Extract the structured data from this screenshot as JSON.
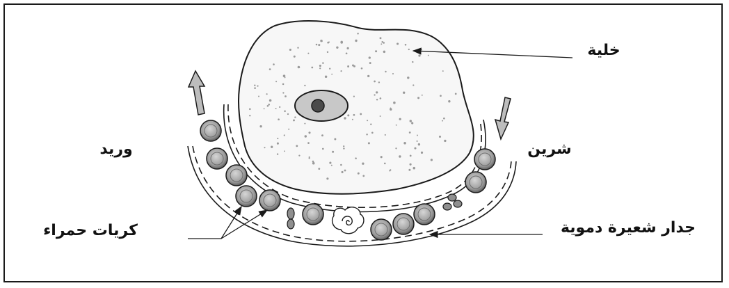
{
  "labels": {
    "cell": "خلية",
    "artery": "شرين",
    "vein": "وريد",
    "capillary_wall": "جدار شعيرة دموية",
    "red_blood_cells": "كريات حمراء"
  },
  "colors": {
    "ink": "#1a1a1a",
    "cell_fill": "#f7f7f7",
    "stipple": "#9a9a9a",
    "nucleus": "#c8c8c8",
    "nucleolus": "#4a4a4a",
    "rbc_outer": "#6e6e6e",
    "rbc_inner": "#b9b9b9",
    "arrow_fill": "#bdbdbd"
  }
}
